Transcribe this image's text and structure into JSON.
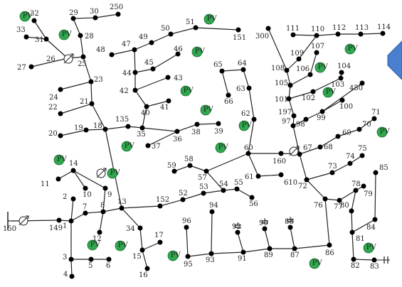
{
  "diagram": {
    "type": "distribution-network",
    "node_labels": [
      "1",
      "2",
      "3",
      "4",
      "5",
      "6",
      "7",
      "8",
      "9",
      "10",
      "11",
      "12",
      "13",
      "14",
      "15",
      "16",
      "17",
      "18",
      "19",
      "20",
      "21",
      "22",
      "23",
      "24",
      "25",
      "26",
      "27",
      "28",
      "29",
      "30",
      "31",
      "32",
      "33",
      "34",
      "35",
      "36",
      "37",
      "38",
      "39",
      "40",
      "41",
      "42",
      "43",
      "44",
      "45",
      "46",
      "47",
      "48",
      "49",
      "50",
      "51",
      "52",
      "53",
      "54",
      "55",
      "56",
      "57",
      "58",
      "59",
      "60",
      "61",
      "62",
      "63",
      "64",
      "65",
      "66",
      "67",
      "68",
      "69",
      "70",
      "71",
      "72",
      "73",
      "74",
      "75",
      "76",
      "77",
      "78",
      "79",
      "80",
      "81",
      "82",
      "83",
      "84",
      "85",
      "86",
      "87",
      "88",
      "89",
      "90",
      "91",
      "92",
      "93",
      "94",
      "95",
      "96",
      "97",
      "98",
      "99",
      "100",
      "101",
      "102",
      "103",
      "104",
      "105",
      "106",
      "107",
      "108",
      "109",
      "110",
      "111",
      "112",
      "113",
      "114",
      "135",
      "149",
      "150",
      "151",
      "152",
      "160",
      "197",
      "250",
      "300",
      "450",
      "610"
    ],
    "pv_label": "PV",
    "colors": {
      "line": "#222222",
      "node": "#000000",
      "pv": "#2fa84f",
      "arrow": "#4a7fcf"
    }
  }
}
